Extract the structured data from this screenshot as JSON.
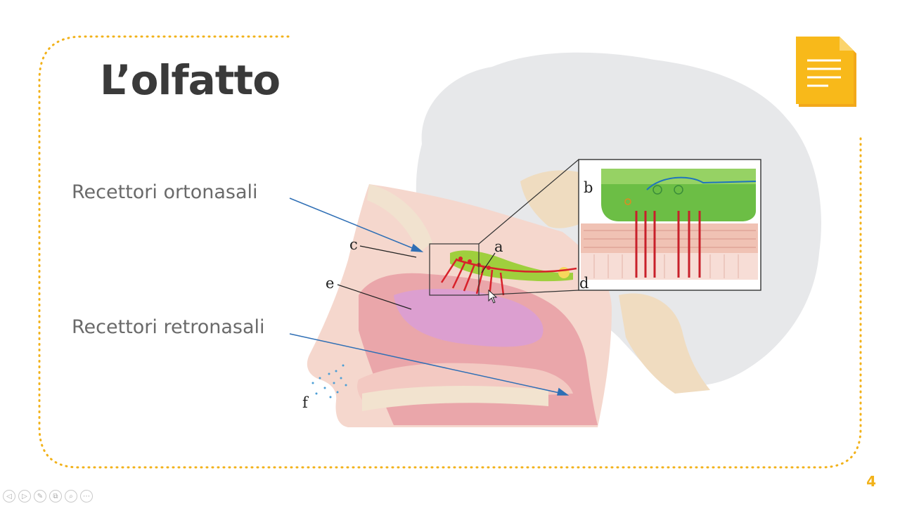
{
  "slide": {
    "title": "L’olfatto",
    "label_orthonasal": "Recettori ortonasali",
    "label_retronasal": "Recettori retronasali",
    "number": "4",
    "accent_color": "#f2b21a"
  },
  "diagram": {
    "letters": [
      "a",
      "b",
      "c",
      "d",
      "e",
      "f"
    ]
  },
  "toolbar": {
    "icons": [
      "prev-icon",
      "next-icon",
      "pen-icon",
      "slides-icon",
      "zoom-icon",
      "more-icon"
    ],
    "glyphs": [
      "◁",
      "▷",
      "✎",
      "⧉",
      "⌕",
      "⋯"
    ]
  },
  "icons": [
    "document-icon",
    "cursor-icon"
  ]
}
